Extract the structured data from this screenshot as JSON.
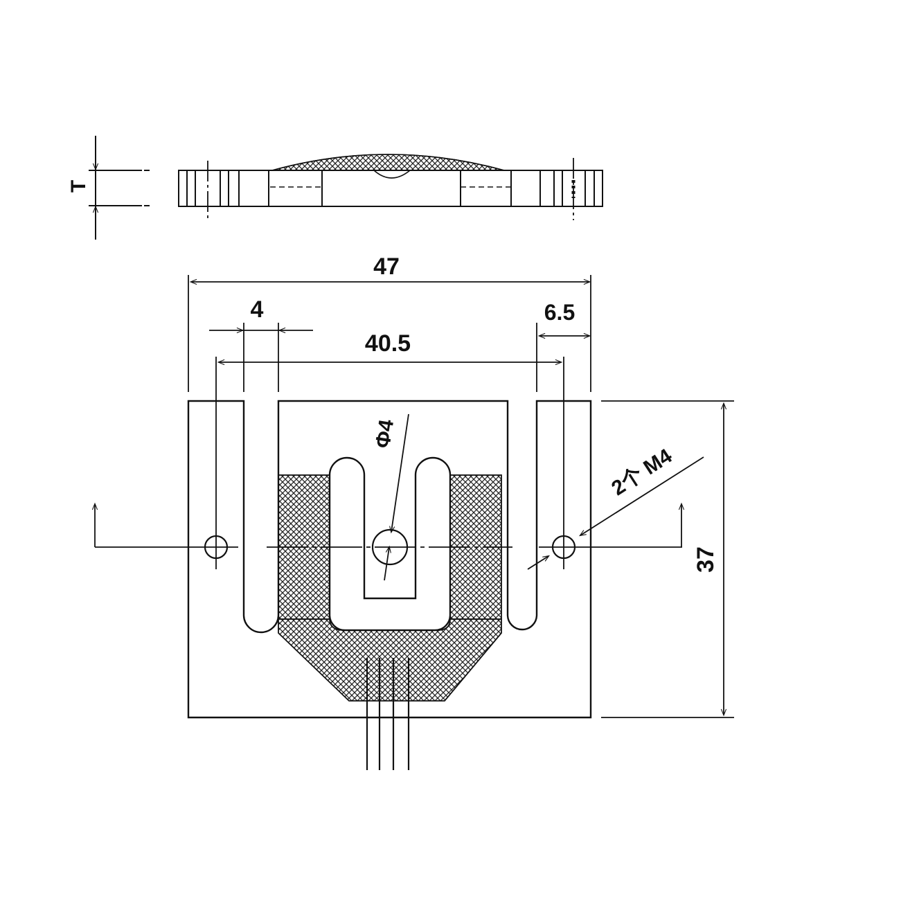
{
  "diagram": {
    "line_color": "#111111",
    "background": "#ffffff",
    "hatch_color": "#222222",
    "dimensions": {
      "thickness_label": "T",
      "overall_width": "47",
      "slot_width": "4",
      "right_margin": "6.5",
      "hole_spacing": "40.5",
      "center_hole": "Φ4",
      "mount_holes": "2个 M4",
      "overall_height": "37"
    }
  }
}
